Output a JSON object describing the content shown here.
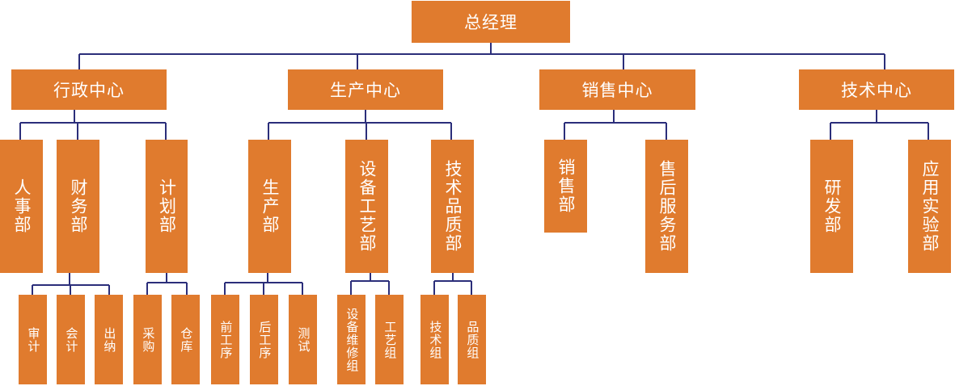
{
  "colors": {
    "box": "#e07b2e",
    "line": "#2b2e7a",
    "text": "#ffffff"
  },
  "root": "总经理",
  "centers": [
    "行政中心",
    "生产中心",
    "销售中心",
    "技术中心"
  ],
  "departments": [
    "人事部",
    "财务部",
    "计划部",
    "生产部",
    "设备工艺部",
    "技术品质部",
    "销售部",
    "售后服务部",
    "研发部",
    "应用实验部"
  ],
  "groups": [
    "审计",
    "会计",
    "出纳",
    "采购",
    "仓库",
    "前工序",
    "后工序",
    "测试",
    "设备维修组",
    "工艺组",
    "技术组",
    "品质组"
  ]
}
